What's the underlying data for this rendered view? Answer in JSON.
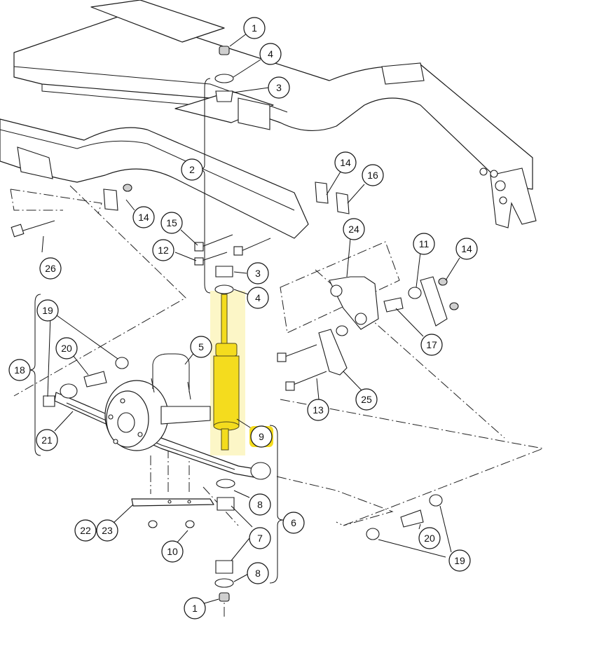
{
  "highlight_color": "#f5dc1e",
  "callouts": [
    {
      "id": "c1a",
      "label": "1"
    },
    {
      "id": "c4a",
      "label": "4"
    },
    {
      "id": "c3a",
      "label": "3"
    },
    {
      "id": "c2",
      "label": "2"
    },
    {
      "id": "c14a",
      "label": "14"
    },
    {
      "id": "c14b",
      "label": "14"
    },
    {
      "id": "c16",
      "label": "16"
    },
    {
      "id": "c15",
      "label": "15"
    },
    {
      "id": "c12",
      "label": "12"
    },
    {
      "id": "c24",
      "label": "24"
    },
    {
      "id": "c11",
      "label": "11"
    },
    {
      "id": "c14c",
      "label": "14"
    },
    {
      "id": "c26",
      "label": "26"
    },
    {
      "id": "c3b",
      "label": "3"
    },
    {
      "id": "c4b",
      "label": "4"
    },
    {
      "id": "c19a",
      "label": "19"
    },
    {
      "id": "c20a",
      "label": "20"
    },
    {
      "id": "c5",
      "label": "5"
    },
    {
      "id": "c17",
      "label": "17"
    },
    {
      "id": "c18",
      "label": "18"
    },
    {
      "id": "c21",
      "label": "21"
    },
    {
      "id": "c9",
      "label": "9"
    },
    {
      "id": "c25",
      "label": "25"
    },
    {
      "id": "c13",
      "label": "13"
    },
    {
      "id": "c8a",
      "label": "8"
    },
    {
      "id": "c6",
      "label": "6"
    },
    {
      "id": "c22",
      "label": "22"
    },
    {
      "id": "c23",
      "label": "23"
    },
    {
      "id": "c7",
      "label": "7"
    },
    {
      "id": "c10",
      "label": "10"
    },
    {
      "id": "c20b",
      "label": "20"
    },
    {
      "id": "c19b",
      "label": "19"
    },
    {
      "id": "c8b",
      "label": "8"
    },
    {
      "id": "c1b",
      "label": "1"
    }
  ]
}
